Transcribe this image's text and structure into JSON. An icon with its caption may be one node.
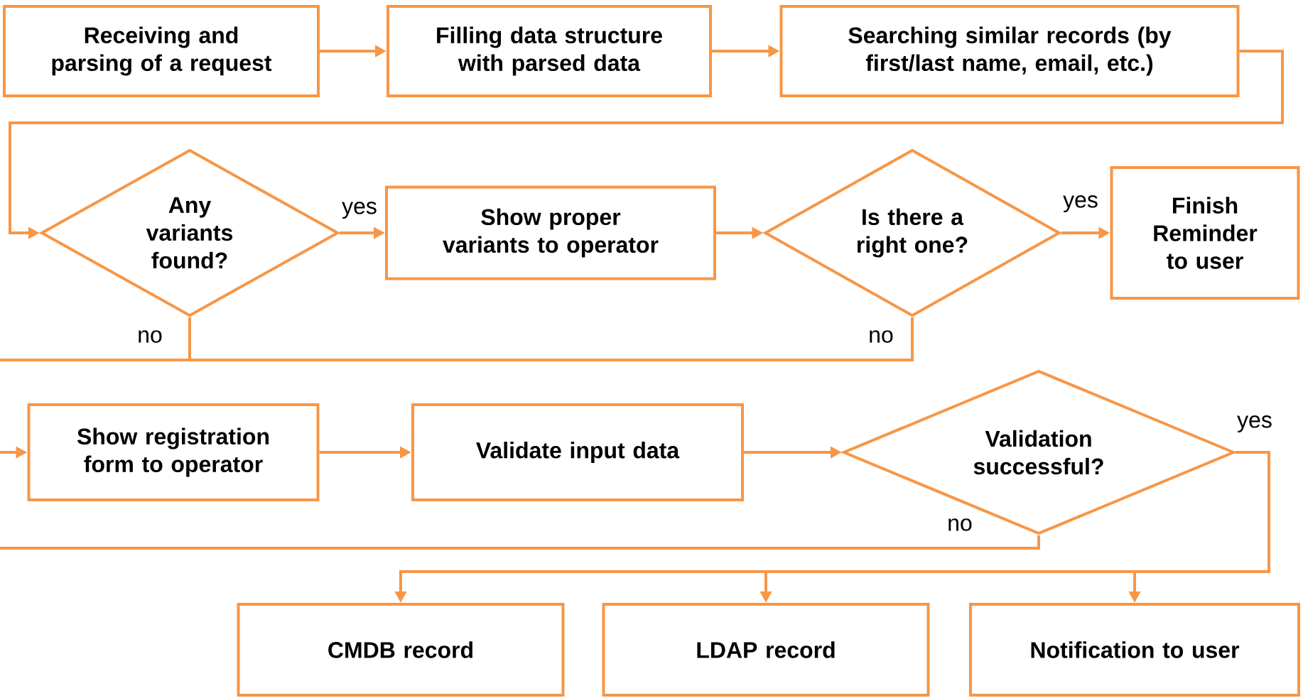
{
  "diagram": {
    "nodes": [
      {
        "text": [
          "Receiving and parsing of a request"
        ]
      },
      {
        "text": [
          "Filling data structure with parsed data"
        ]
      },
      {
        "text": [
          "Searching similar records (by first/last name, email, etc.)"
        ]
      },
      {
        "text": [
          "Any variants found?"
        ]
      },
      {
        "text": [
          "Show proper variants to operator"
        ]
      },
      {
        "text": [
          "Is there a right one?"
        ]
      },
      {
        "text": [
          "Finish Reminder to user"
        ]
      },
      {
        "text": [
          "Show registration form to operator"
        ]
      },
      {
        "text": [
          "Validate input data"
        ]
      },
      {
        "text": [
          "Validation successful?"
        ]
      },
      {
        "text": [
          "CMDB record"
        ]
      },
      {
        "text": [
          "LDAP record"
        ]
      },
      {
        "text": [
          "Notification to user"
        ]
      }
    ],
    "edges": [
      {
        "from": 0,
        "to": 1,
        "arrow": "to"
      },
      {
        "from": 1,
        "to": 2,
        "arrow": "to"
      },
      {
        "from": 2,
        "to": 3,
        "arrow": "to"
      },
      {
        "from": 3,
        "to": 4,
        "arrow": "to",
        "label": "yes"
      },
      {
        "from": 4,
        "to": 5,
        "arrow": "to"
      },
      {
        "from": 5,
        "to": 6,
        "arrow": "to",
        "label": "yes"
      },
      {
        "from": 3,
        "to": null,
        "arrow": "none",
        "label": "no"
      },
      {
        "from": 5,
        "to": null,
        "arrow": "none",
        "label": "no"
      },
      {
        "from": null,
        "to": 7,
        "arrow": "to"
      },
      {
        "from": 7,
        "to": 8,
        "arrow": "to"
      },
      {
        "from": 8,
        "to": 9,
        "arrow": "to"
      },
      {
        "from": 9,
        "to": null,
        "arrow": "none",
        "label": "no"
      },
      {
        "from": 9,
        "to": 10,
        "arrow": "to",
        "label": "yes"
      },
      {
        "from": 9,
        "to": 11,
        "arrow": "to"
      },
      {
        "from": 9,
        "to": 12,
        "arrow": "to"
      }
    ]
  }
}
